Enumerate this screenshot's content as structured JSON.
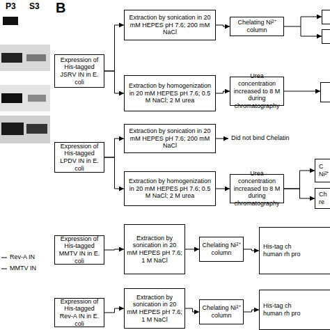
{
  "diagram": {
    "nodes": [
      {
        "text": [
          "Expression of His-tagged JSRV IN in E. coli"
        ]
      },
      {
        "text": [
          "Extraction by sonication in 20 mM HEPES pH 7.6; 200 mM NaCl"
        ]
      },
      {
        "text": [
          "Chelating Ni²⁺ column"
        ]
      },
      {
        "text": [
          "Extraction by homogenization in 20 mM HEPES pH 7.6; 0.5 M NaCl; 2 M urea"
        ]
      },
      {
        "text": [
          "Urea concentration increased to 8 M during chromatography"
        ]
      },
      {
        "text": [
          "Expression of His-tagged LPDV IN in E. coli"
        ]
      },
      {
        "text": [
          "Extraction by sonication in 20 mM HEPES pH 7.6; 200 mM NaCl"
        ]
      },
      {
        "text": [
          "Extraction by homogenization in 20 mM HEPES pH 7.6; 0.5 M NaCl; 2 M urea"
        ]
      },
      {
        "text": [
          "Urea concentration increased to 8 M during chromatography"
        ]
      },
      {
        "text": [
          "C Ni²⁺"
        ]
      },
      {
        "text": [
          "Ch re"
        ]
      },
      {
        "text": [
          "Expression of His-tagged MMTV IN in E. coli"
        ]
      },
      {
        "text": [
          "Extraction by sonication in 20 mM HEPES pH 7.6; 1 M NaCl"
        ]
      },
      {
        "text": [
          "Chelating Ni²⁺ column"
        ]
      },
      {
        "text": [
          "His-tag ch human rh pro"
        ]
      },
      {
        "text": [
          "Expression of His-tagged Rev-A IN in E. coli"
        ]
      },
      {
        "text": [
          "Extraction by sonication in 20 mM HEPES pH 7.6; 1 M NaCl"
        ]
      },
      {
        "text": [
          "Chelating Ni²⁺ column"
        ]
      },
      {
        "text": [
          "His-tag ch human rh pro"
        ]
      }
    ],
    "edges": [
      {
        "from": 0,
        "to": 1,
        "arrow": "to"
      },
      {
        "from": 0,
        "to": 3,
        "arrow": "to"
      },
      {
        "from": 1,
        "to": 2,
        "arrow": "to"
      },
      {
        "from": 3,
        "to": 4,
        "arrow": "to"
      },
      {
        "from": 5,
        "to": 6,
        "arrow": "to"
      },
      {
        "from": 5,
        "to": 7,
        "arrow": "to"
      },
      {
        "from": 7,
        "to": 8,
        "arrow": "to"
      },
      {
        "from": 8,
        "to": 9,
        "arrow": "to"
      },
      {
        "from": 8,
        "to": 10,
        "arrow": "to"
      },
      {
        "from": 11,
        "to": 12,
        "arrow": "to"
      },
      {
        "from": 12,
        "to": 13,
        "arrow": "to"
      },
      {
        "from": 13,
        "to": 14,
        "arrow": "to"
      },
      {
        "from": 15,
        "to": 16,
        "arrow": "to"
      },
      {
        "from": 16,
        "to": 17,
        "arrow": "to"
      },
      {
        "from": 17,
        "to": 18,
        "arrow": "to"
      }
    ],
    "labels": [
      "P3",
      "S3",
      "B",
      "Did not bind Chelatin",
      "Rev-A IN",
      "MMTV IN"
    ]
  }
}
